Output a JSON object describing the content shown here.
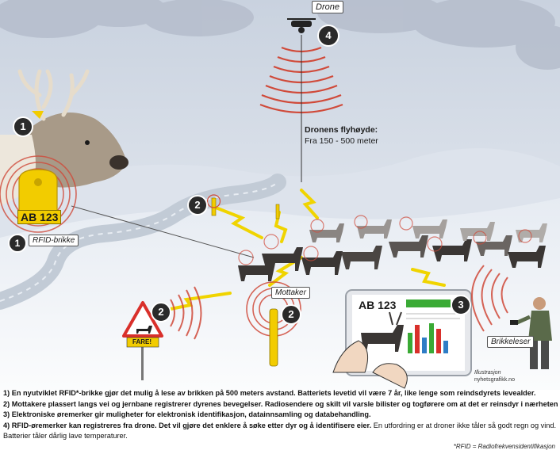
{
  "labels": {
    "drone": "Drone",
    "flight_title": "Dronens flyhøyde:",
    "flight_range": "Fra 150 - 500 meter",
    "rfid_tag": "RFID-brikke",
    "tag_id": "AB 123",
    "receiver": "Mottaker",
    "warning_sign": "FARE!",
    "tablet_id": "AB 123",
    "reader": "Brikkeleser",
    "credit_line1": "Illustrasjon",
    "credit_line2": "nyhetsgrafikk.no"
  },
  "markers": {
    "m1a": "1",
    "m1b": "1",
    "m2a": "2",
    "m2b": "2",
    "m2c": "2",
    "m3": "3",
    "m4": "4"
  },
  "notes": [
    {
      "lead": "1) En nyutviklet RFID*-brikke gjør det mulig å lese av brikken på 500 meters avstand. Batteriets levetid vil være 7 år, like lenge som reindsdyrets levealder.",
      "rest": ""
    },
    {
      "lead": "2) Mottakere plassert langs vei og jernbane registrerer dyrenes bevegelser. Radiosendere og skilt vil varsle bilister og togførere om at det er reinsdyr i nærheten.",
      "rest": ""
    },
    {
      "lead": "3) Elektroniske øremerker gir muligheter for elektronisk identifikasjon, datainnsamling og databehandling.",
      "rest": ""
    },
    {
      "lead": "4) RFID-øremerker kan registreres fra drone. Det vil gjøre det enklere å søke etter dyr og å identifisere eier.",
      "rest": " En utfordring er at droner ikke tåler så godt regn og vind."
    },
    {
      "lead": "",
      "rest": "Batterier tåler dårlig lave temperaturer."
    }
  ],
  "footnote": "*RFID = Radiofrekvensidentifikasjon",
  "colors": {
    "sky": "#dfe5ee",
    "snow": "#f4f6fa",
    "road": "#c9d2dc",
    "tag_yellow": "#f2cc00",
    "signal_red": "#c8261e",
    "reindeer": "#3a3634",
    "bar_green": "#3aaa35",
    "bar_red": "#d9302b",
    "bar_blue": "#2e7dc6"
  }
}
